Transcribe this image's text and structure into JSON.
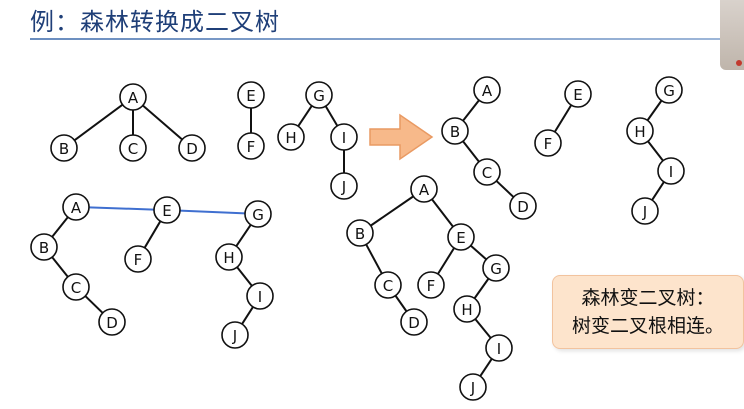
{
  "title": "例：森林转换成二叉树",
  "note": {
    "line1": "森林变二叉树：",
    "line2": "树变二叉根相连。"
  },
  "colors": {
    "title": "#1f3f78",
    "blue_edge": "#3f6fd0",
    "arrow_fill": "#f7b98a",
    "note_bg": "#fde4cc"
  },
  "arrow_icon": "right-arrow-icon",
  "forest": {
    "trees": [
      {
        "root": "A",
        "children": [
          "B",
          "C",
          "D"
        ]
      },
      {
        "root": "E",
        "children": [
          "F"
        ]
      },
      {
        "root": "G",
        "children": [
          "H",
          "I"
        ],
        "grandchildren": {
          "I": [
            "J"
          ]
        }
      }
    ]
  },
  "binary_trees": [
    {
      "root": "A",
      "left_chain": [
        "B"
      ],
      "right_chain": [
        "C",
        "D"
      ]
    },
    {
      "root": "E",
      "left_chain": [
        "F"
      ]
    },
    {
      "root": "G",
      "left_chain": [
        "H"
      ],
      "right_chain": [
        "I"
      ],
      "I_left": [
        "J"
      ]
    }
  ],
  "labels": {
    "A": "A",
    "B": "B",
    "C": "C",
    "D": "D",
    "E": "E",
    "F": "F",
    "G": "G",
    "H": "H",
    "I": "I",
    "J": "J"
  }
}
